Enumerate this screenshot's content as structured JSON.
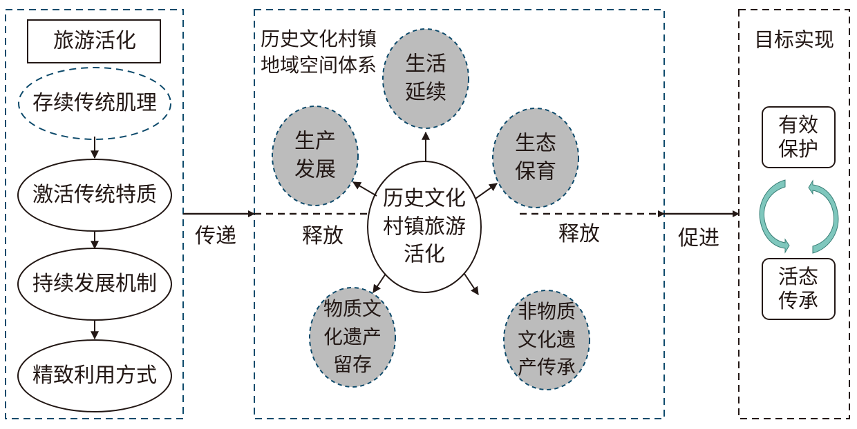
{
  "colors": {
    "frame_blue": "#0d4a6b",
    "frame_black": "#231815",
    "node_gray": "#bcbcbc",
    "cycle_teal": "#7fc7bd",
    "ink": "#231815"
  },
  "left_panel": {
    "title": "旅游活化",
    "steps": [
      {
        "label": "存续传统肌理",
        "style": "dashed"
      },
      {
        "label": "激活传统特质",
        "style": "solid"
      },
      {
        "label": "持续发展机制",
        "style": "solid"
      },
      {
        "label": "精致利用方式",
        "style": "solid"
      }
    ]
  },
  "connectors": {
    "left_to_middle": "传递",
    "release_left": "释放",
    "release_right": "释放",
    "middle_to_right": "促进"
  },
  "middle_panel": {
    "title": "历史文化村镇\n地域空间体系",
    "center": "历史文化\n村镇旅游\n活化",
    "nodes": [
      {
        "id": "life",
        "label": "生活\n延续"
      },
      {
        "id": "production",
        "label": "生产\n发展"
      },
      {
        "id": "ecology",
        "label": "生态\n保育"
      },
      {
        "id": "material",
        "label": "物质文\n化遗产\n 留存"
      },
      {
        "id": "intangible",
        "label": "非物质\n文化遗\n产传承"
      }
    ]
  },
  "right_panel": {
    "title": "目标实现",
    "goals": [
      "有效\n保护",
      "活态\n传承"
    ]
  }
}
